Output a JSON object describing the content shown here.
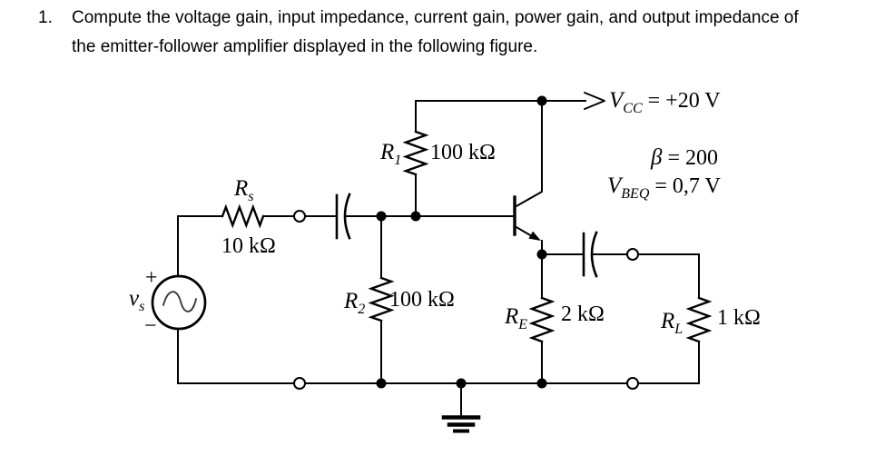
{
  "colors": {
    "ink": "#000000",
    "background": "#ffffff"
  },
  "problem": {
    "number": "1.",
    "line1": "Compute the voltage gain, input impedance, current gain, power gain, and output impedance of",
    "line2": "the emitter-follower amplifier displayed in the following figure."
  },
  "circuit": {
    "supply": {
      "symbol": "V",
      "sub": "CC",
      "value": "= +20 V"
    },
    "beta": {
      "symbol": "β",
      "value": "= 200"
    },
    "vbe": {
      "symbol": "V",
      "sub": "BEQ",
      "value": "= 0,7 V"
    },
    "source": {
      "symbol": "v",
      "sub": "s",
      "plus": "+",
      "minus": "−"
    },
    "resistors": {
      "rs": {
        "symbol": "R",
        "sub": "s",
        "value": "10 kΩ"
      },
      "r1": {
        "symbol": "R",
        "sub": "1",
        "value": "100 kΩ"
      },
      "r2": {
        "symbol": "R",
        "sub": "2",
        "value": "100 kΩ"
      },
      "re": {
        "symbol": "R",
        "sub": "E",
        "value": "2 kΩ"
      },
      "rl": {
        "symbol": "R",
        "sub": "L",
        "value": "1 kΩ"
      }
    },
    "symbols": {
      "vcc_arrow": "right-arrow",
      "transistor": "npn-bjt",
      "source": "ac-sine-voltage-source",
      "ground": "signal-ground",
      "input_coupling": "capacitor",
      "output_coupling": "capacitor",
      "open_terminal": "open-circle-node",
      "junction": "filled-dot-node"
    }
  }
}
